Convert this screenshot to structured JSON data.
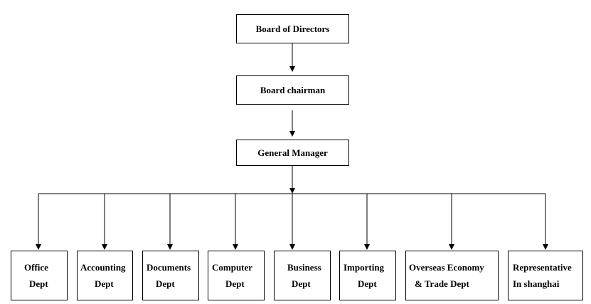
{
  "board": {
    "label": "Board of Directors"
  },
  "chairman": {
    "label": "Board chairman"
  },
  "manager": {
    "label": "General Manager"
  },
  "departments": [
    {
      "line1": "Office",
      "line2": "Dept"
    },
    {
      "line1": "Accounting",
      "line2": "Dept"
    },
    {
      "line1": "Documents",
      "line2": "Dept"
    },
    {
      "line1": "Computer",
      "line2": "Dept"
    },
    {
      "line1": "Business",
      "line2": "Dept"
    },
    {
      "line1": "Importing",
      "line2": "Dept"
    },
    {
      "line1": "Overseas Economy",
      "line2": "& Trade Dept"
    },
    {
      "line1": "Representative",
      "line2": "In shanghai"
    }
  ]
}
